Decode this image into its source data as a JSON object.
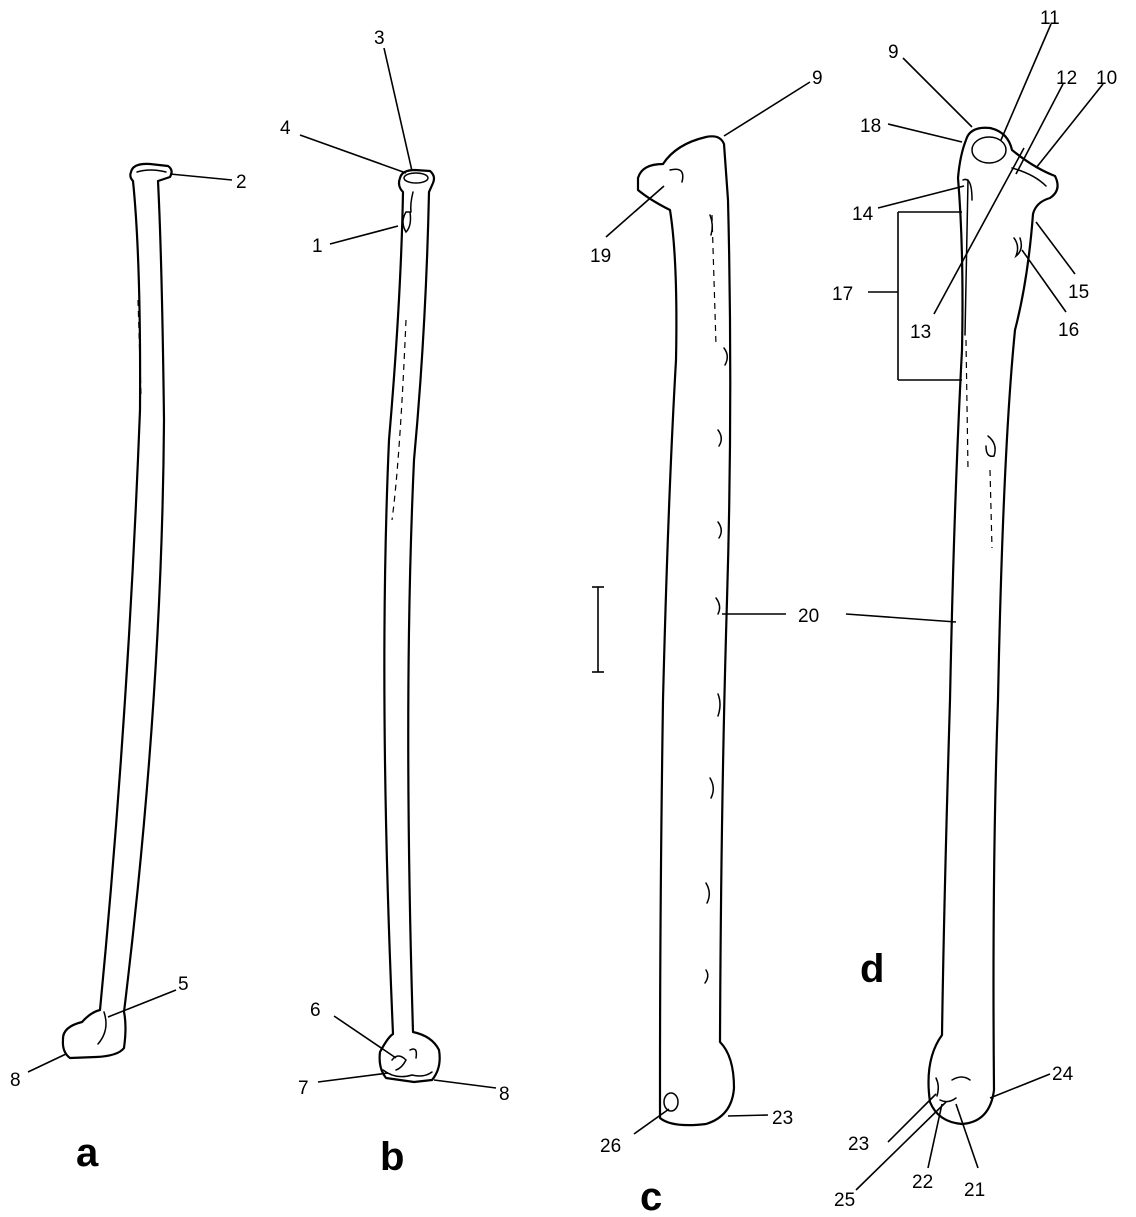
{
  "panels": {
    "a": "a",
    "b": "b",
    "c": "c",
    "d": "d"
  },
  "labels": {
    "l1": "1",
    "l2": "2",
    "l3": "3",
    "l4": "4",
    "l5": "5",
    "l6": "6",
    "l7": "7",
    "l8a": "8",
    "l8b": "8",
    "l9c": "9",
    "l9d": "9",
    "l10": "10",
    "l11": "11",
    "l12": "12",
    "l13": "13",
    "l14": "14",
    "l15": "15",
    "l16": "16",
    "l17": "17",
    "l18": "18",
    "l19": "19",
    "l20": "20",
    "l21": "21",
    "l22": "22",
    "l23c": "23",
    "l23d": "23",
    "l24": "24",
    "l25": "25",
    "l26": "26"
  }
}
